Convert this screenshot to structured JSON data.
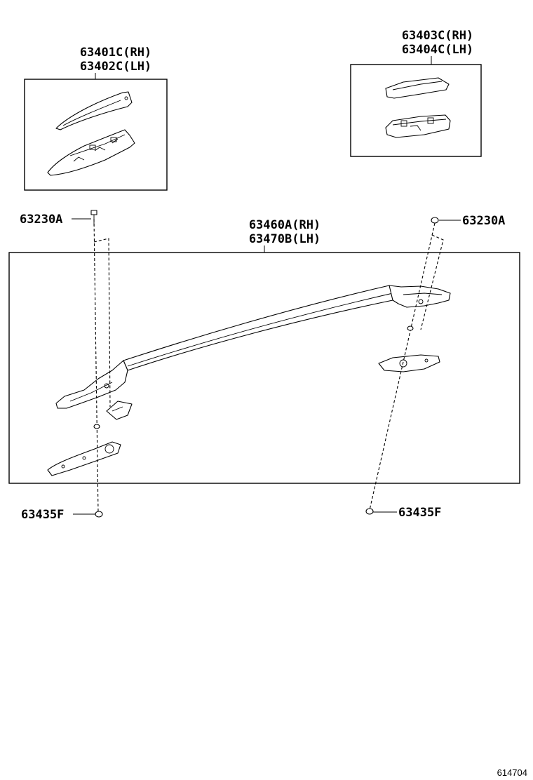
{
  "labels": {
    "rh_end_cover": [
      "63401C(RH)",
      "63402C(LH)"
    ],
    "lh_end_cover": [
      "63403C(RH)",
      "63404C(LH)"
    ],
    "rail": [
      "63460A(RH)",
      "63470B(LH)"
    ],
    "bolt_left": "63230A",
    "bolt_right": "63230A",
    "cushion_left": "63435F",
    "cushion_right": "63435F"
  },
  "figure_number": "614704"
}
